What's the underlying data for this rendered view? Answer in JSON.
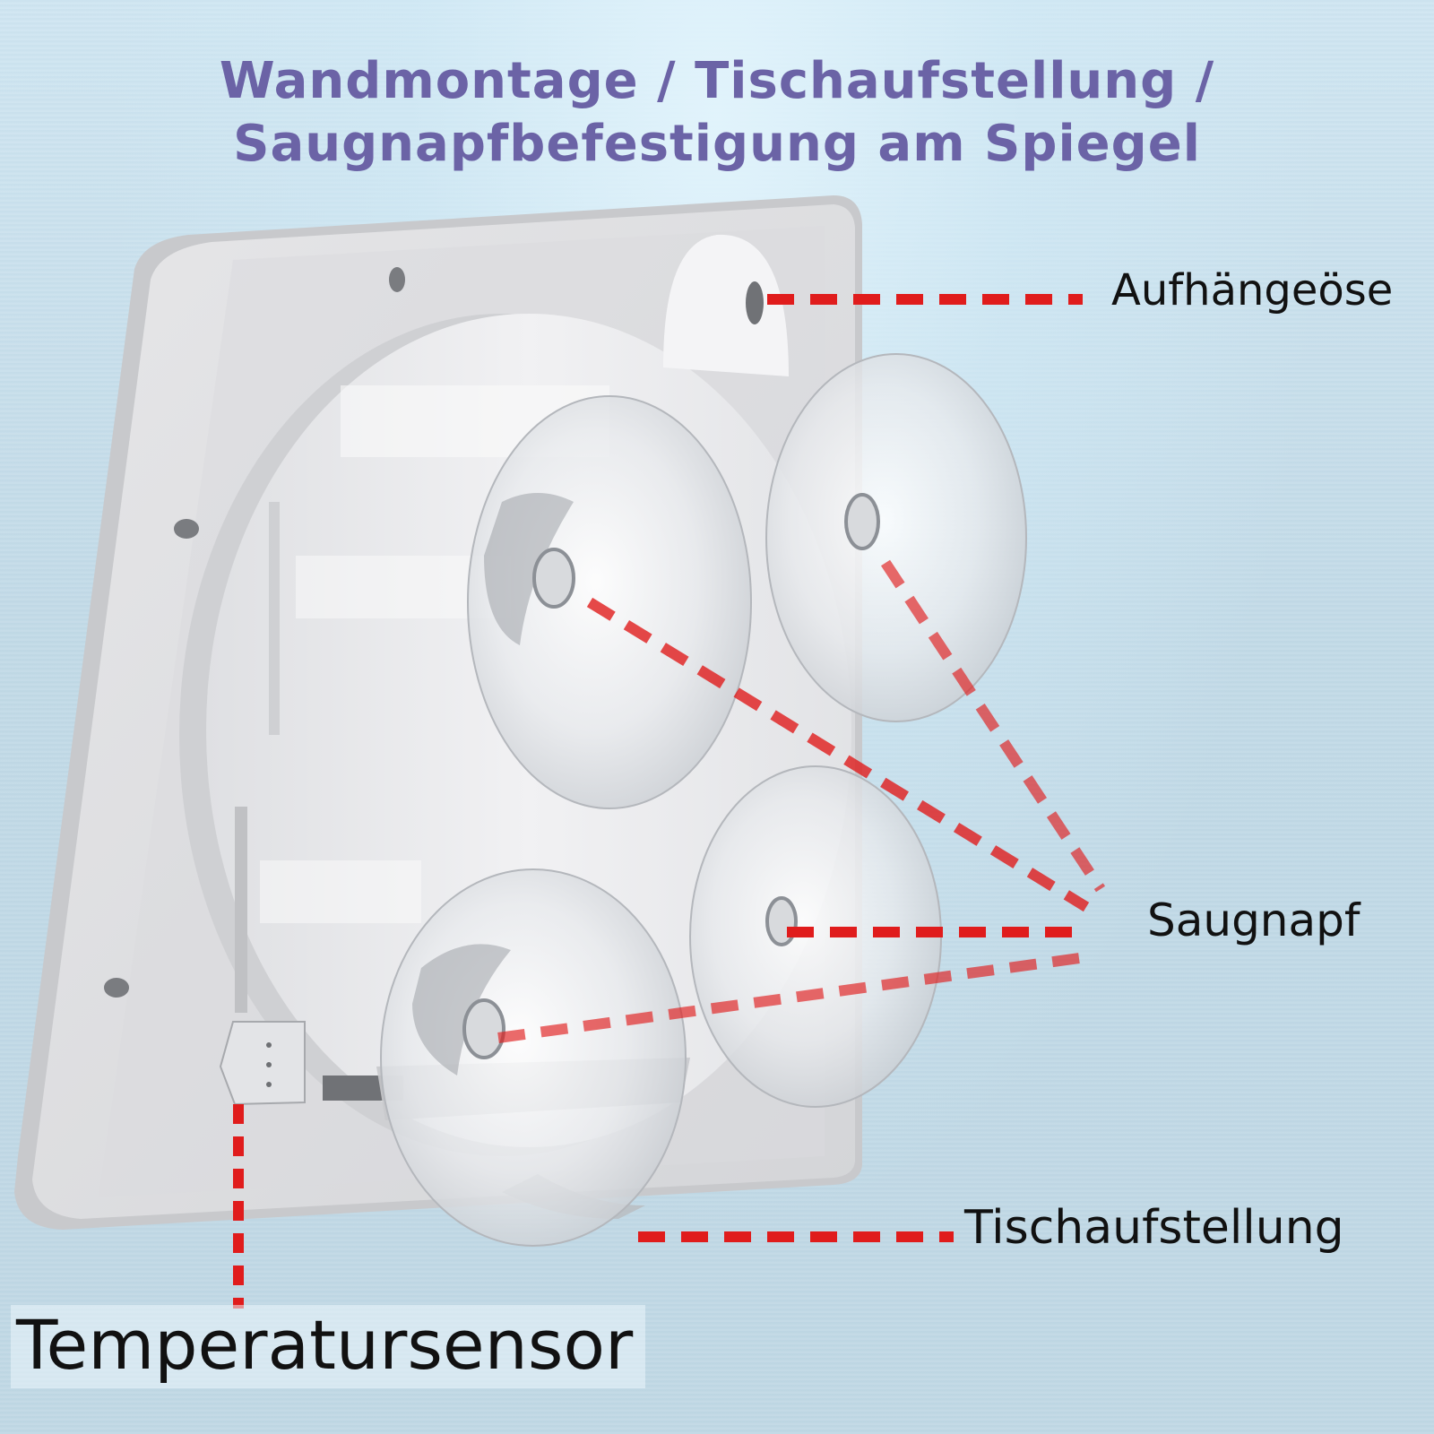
{
  "title": {
    "line1": "Wandmontage / Tischaufstellung /",
    "line2": "Saugnapfbefestigung am Spiegel"
  },
  "labels": {
    "hanging_eyelet": "Aufhängeöse",
    "suction_cup": "Saugnapf",
    "table_stand": "Tischaufstellung",
    "temperature_sensor": "Temperatursensor"
  },
  "colors": {
    "title": "#6b63a6",
    "callout_line": "#e01c1c",
    "label_text": "#111111",
    "background": "#c3dbe8"
  }
}
